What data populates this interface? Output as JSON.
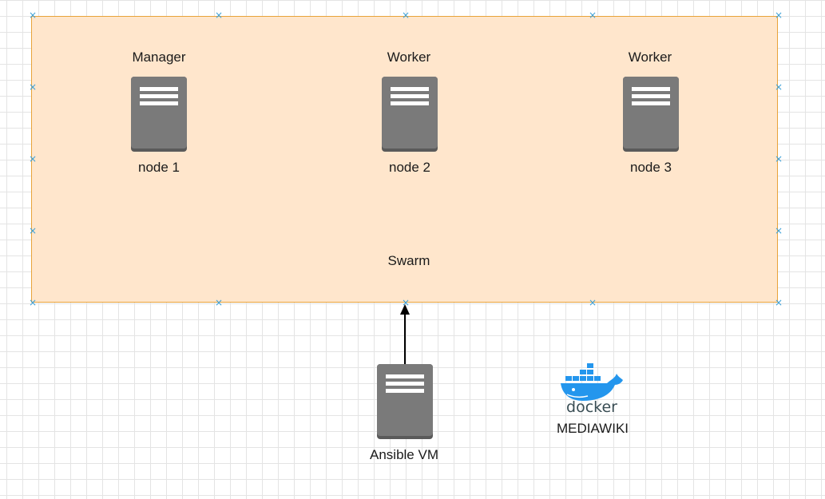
{
  "swarm": {
    "label": "Swarm",
    "fill": "#ffe6cc",
    "stroke": "#e8a33a"
  },
  "nodes": [
    {
      "role": "Manager",
      "name": "node 1",
      "icon": "server-icon"
    },
    {
      "role": "Worker",
      "name": "node 2",
      "icon": "server-icon"
    },
    {
      "role": "Worker",
      "name": "node 3",
      "icon": "server-icon"
    }
  ],
  "ansible": {
    "name": "Ansible VM",
    "icon": "server-icon"
  },
  "docker": {
    "wordmark": "docker",
    "label": "MEDIAWIKI",
    "color": "#2496ed",
    "wordmark_color": "#394d54"
  },
  "edge": {
    "from": "Ansible VM",
    "to": "Swarm",
    "color": "#000000"
  }
}
